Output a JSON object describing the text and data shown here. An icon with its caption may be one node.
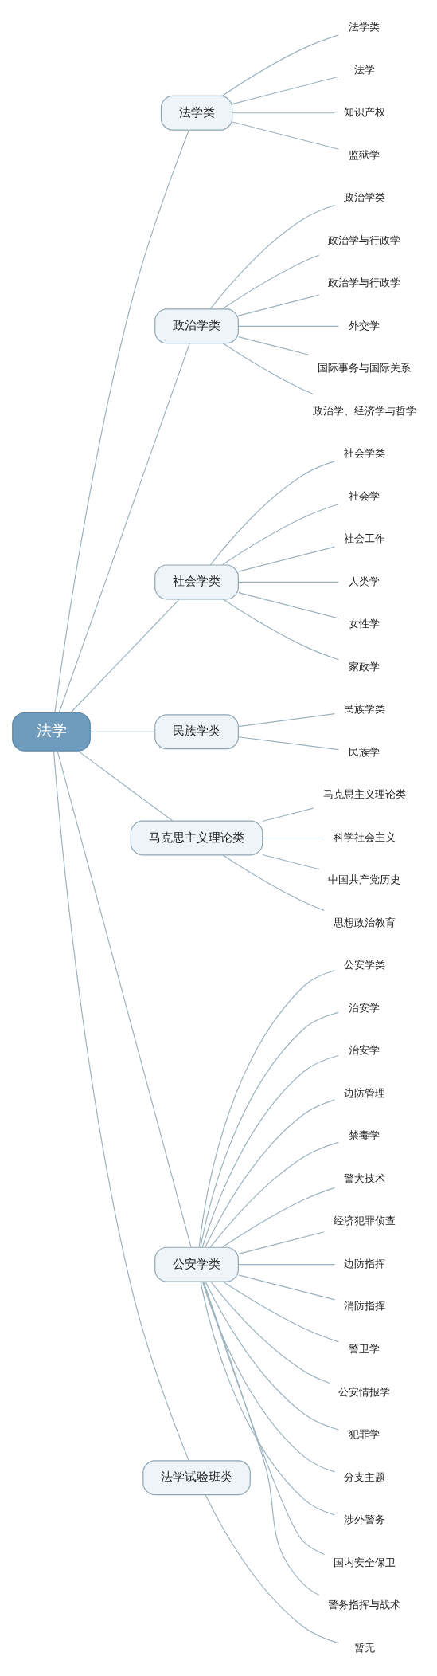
{
  "diagram": {
    "nodes": [
      {
        "text": [
          "法学"
        ]
      },
      {
        "text": [
          "法学类"
        ]
      },
      {
        "text": [
          "法学类"
        ]
      },
      {
        "text": [
          "法学"
        ]
      },
      {
        "text": [
          "知识产权"
        ]
      },
      {
        "text": [
          "监狱学"
        ]
      },
      {
        "text": [
          "政治学类"
        ]
      },
      {
        "text": [
          "政治学类"
        ]
      },
      {
        "text": [
          "政治学与行政学"
        ]
      },
      {
        "text": [
          "政治学与行政学"
        ]
      },
      {
        "text": [
          "外交学"
        ]
      },
      {
        "text": [
          "国际事务与国际关系"
        ]
      },
      {
        "text": [
          "政治学、经济学与哲学"
        ]
      },
      {
        "text": [
          "社会学类"
        ]
      },
      {
        "text": [
          "社会学类"
        ]
      },
      {
        "text": [
          "社会学"
        ]
      },
      {
        "text": [
          "社会工作"
        ]
      },
      {
        "text": [
          "人类学"
        ]
      },
      {
        "text": [
          "女性学"
        ]
      },
      {
        "text": [
          "家政学"
        ]
      },
      {
        "text": [
          "民族学类"
        ]
      },
      {
        "text": [
          "民族学类"
        ]
      },
      {
        "text": [
          "民族学"
        ]
      },
      {
        "text": [
          "马克思主义理论类"
        ]
      },
      {
        "text": [
          "马克思主义理论类"
        ]
      },
      {
        "text": [
          "科学社会主义"
        ]
      },
      {
        "text": [
          "中国共产党历史"
        ]
      },
      {
        "text": [
          "思想政治教育"
        ]
      },
      {
        "text": [
          "公安学类"
        ]
      },
      {
        "text": [
          "公安学类"
        ]
      },
      {
        "text": [
          "治安学"
        ]
      },
      {
        "text": [
          "治安学"
        ]
      },
      {
        "text": [
          "边防管理"
        ]
      },
      {
        "text": [
          "禁毒学"
        ]
      },
      {
        "text": [
          "警犬技术"
        ]
      },
      {
        "text": [
          "经济犯罪侦查"
        ]
      },
      {
        "text": [
          "边防指挥"
        ]
      },
      {
        "text": [
          "消防指挥"
        ]
      },
      {
        "text": [
          "警卫学"
        ]
      },
      {
        "text": [
          "公安情报学"
        ]
      },
      {
        "text": [
          "犯罪学"
        ]
      },
      {
        "text": [
          "分支主题"
        ]
      },
      {
        "text": [
          "涉外警务"
        ]
      },
      {
        "text": [
          "国内安全保卫"
        ]
      },
      {
        "text": [
          "警务指挥与战术"
        ]
      },
      {
        "text": [
          "法学试验班类"
        ]
      },
      {
        "text": [
          "暂无"
        ]
      }
    ],
    "edges": [
      {
        "from": 0,
        "to": 1,
        "arrow": "none"
      },
      {
        "from": 1,
        "to": 2,
        "arrow": "none"
      },
      {
        "from": 1,
        "to": 3,
        "arrow": "none"
      },
      {
        "from": 1,
        "to": 4,
        "arrow": "none"
      },
      {
        "from": 1,
        "to": 5,
        "arrow": "none"
      },
      {
        "from": 0,
        "to": 6,
        "arrow": "none"
      },
      {
        "from": 6,
        "to": 7,
        "arrow": "none"
      },
      {
        "from": 6,
        "to": 8,
        "arrow": "none"
      },
      {
        "from": 6,
        "to": 9,
        "arrow": "none"
      },
      {
        "from": 6,
        "to": 10,
        "arrow": "none"
      },
      {
        "from": 6,
        "to": 11,
        "arrow": "none"
      },
      {
        "from": 6,
        "to": 12,
        "arrow": "none"
      },
      {
        "from": 0,
        "to": 13,
        "arrow": "none"
      },
      {
        "from": 13,
        "to": 14,
        "arrow": "none"
      },
      {
        "from": 13,
        "to": 15,
        "arrow": "none"
      },
      {
        "from": 13,
        "to": 16,
        "arrow": "none"
      },
      {
        "from": 13,
        "to": 17,
        "arrow": "none"
      },
      {
        "from": 13,
        "to": 18,
        "arrow": "none"
      },
      {
        "from": 13,
        "to": 19,
        "arrow": "none"
      },
      {
        "from": 0,
        "to": 20,
        "arrow": "none"
      },
      {
        "from": 20,
        "to": 21,
        "arrow": "none"
      },
      {
        "from": 20,
        "to": 22,
        "arrow": "none"
      },
      {
        "from": 0,
        "to": 23,
        "arrow": "none"
      },
      {
        "from": 23,
        "to": 24,
        "arrow": "none"
      },
      {
        "from": 23,
        "to": 25,
        "arrow": "none"
      },
      {
        "from": 23,
        "to": 26,
        "arrow": "none"
      },
      {
        "from": 23,
        "to": 27,
        "arrow": "none"
      },
      {
        "from": 0,
        "to": 28,
        "arrow": "none"
      },
      {
        "from": 28,
        "to": 29,
        "arrow": "none"
      },
      {
        "from": 28,
        "to": 30,
        "arrow": "none"
      },
      {
        "from": 28,
        "to": 31,
        "arrow": "none"
      },
      {
        "from": 28,
        "to": 32,
        "arrow": "none"
      },
      {
        "from": 28,
        "to": 33,
        "arrow": "none"
      },
      {
        "from": 28,
        "to": 34,
        "arrow": "none"
      },
      {
        "from": 28,
        "to": 35,
        "arrow": "none"
      },
      {
        "from": 28,
        "to": 36,
        "arrow": "none"
      },
      {
        "from": 28,
        "to": 37,
        "arrow": "none"
      },
      {
        "from": 28,
        "to": 38,
        "arrow": "none"
      },
      {
        "from": 28,
        "to": 39,
        "arrow": "none"
      },
      {
        "from": 28,
        "to": 40,
        "arrow": "none"
      },
      {
        "from": 28,
        "to": 41,
        "arrow": "none"
      },
      {
        "from": 28,
        "to": 42,
        "arrow": "none"
      },
      {
        "from": 28,
        "to": 43,
        "arrow": "none"
      },
      {
        "from": 28,
        "to": 44,
        "arrow": "none"
      },
      {
        "from": 0,
        "to": 45,
        "arrow": "none"
      },
      {
        "from": 45,
        "to": 46,
        "arrow": "none"
      }
    ]
  }
}
